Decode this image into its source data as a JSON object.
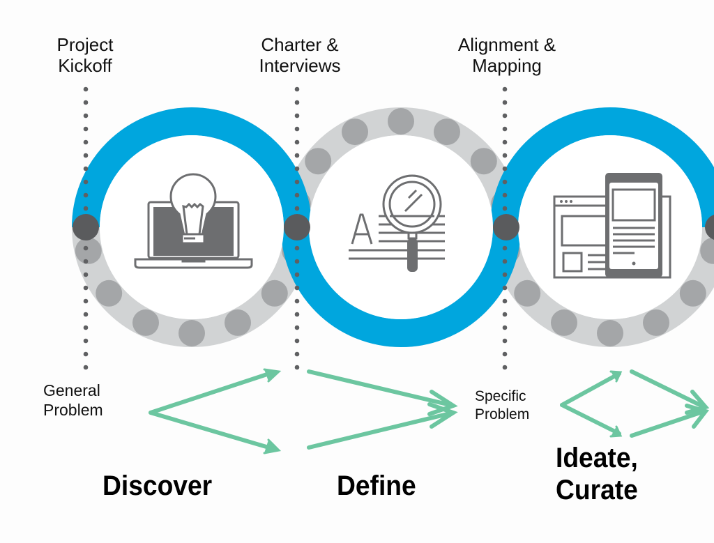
{
  "colors": {
    "blue": "#00a6de",
    "ring_grey": "#d1d3d4",
    "bead_grey": "#a4a6a8",
    "node_dark": "#5a5b5d",
    "dot_grey": "#5f6062",
    "arrow_green": "#6cc6a0",
    "icon_grey": "#6d6e70"
  },
  "milestones": [
    {
      "label": "Project\nKickoff"
    },
    {
      "label": "Charter &\nInterviews"
    },
    {
      "label": "Alignment &\nMapping"
    }
  ],
  "stages": [
    {
      "icon": "laptop-lightbulb-icon",
      "blue_half": "top"
    },
    {
      "icon": "magnifier-document-icon",
      "blue_half": "bottom"
    },
    {
      "icon": "responsive-devices-icon",
      "blue_half": "top"
    }
  ],
  "problems": {
    "general": "General\nProblem",
    "specific": "Specific\nProblem"
  },
  "phases": [
    {
      "label": "Discover"
    },
    {
      "label": "Define"
    },
    {
      "label": "Ideate,\nCurate"
    }
  ]
}
